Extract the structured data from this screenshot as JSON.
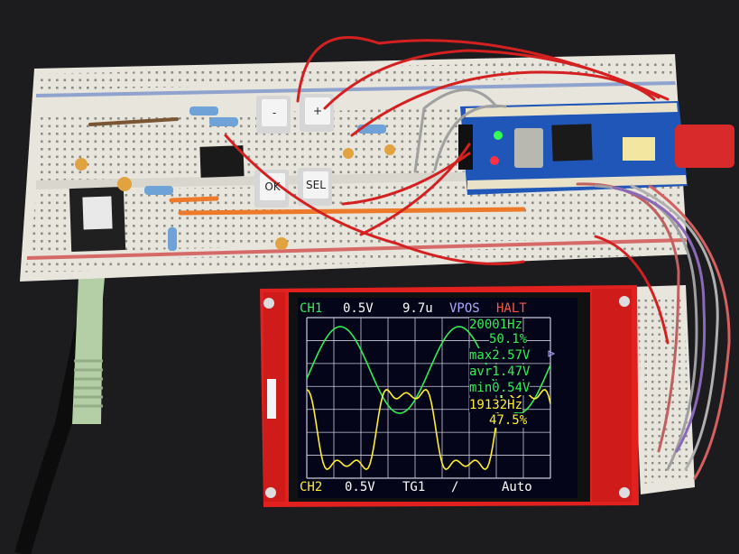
{
  "buttons": [
    {
      "label": "-"
    },
    {
      "label": "+"
    },
    {
      "label": "OK"
    },
    {
      "label": "SEL"
    }
  ],
  "scope": {
    "top_bar": {
      "ch1": "CH1",
      "volts": "0.5V",
      "time": "9.7u",
      "vpos": "VPOS",
      "halt": "HALT"
    },
    "bottom_bar": {
      "ch2": "CH2",
      "volts": "0.5V",
      "trigger": "TG1",
      "slope": "/",
      "mode": "Auto"
    },
    "ch1_readout": [
      "20001Hz",
      "50.1%",
      "max2.57V",
      "avr1.47V",
      "min0.54V"
    ],
    "ch2_readout": [
      "19132Hz",
      "47.5%"
    ],
    "colors": {
      "ch1": "#33ee55",
      "ch2": "#ffee33",
      "text": "#ffffff",
      "halt": "#ff5544",
      "vpos": "#aaaaff",
      "grid": "#ccccdd"
    }
  }
}
